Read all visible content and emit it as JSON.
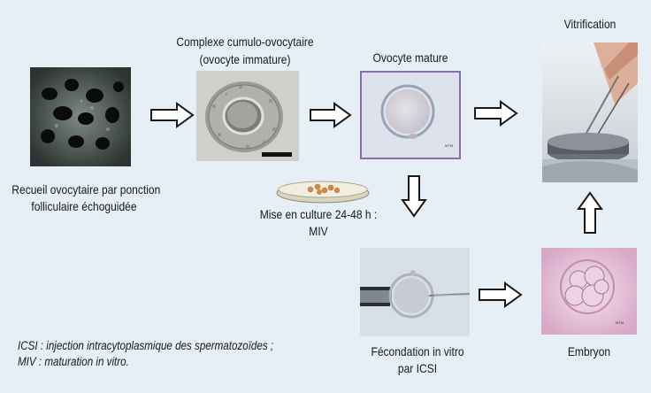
{
  "labels": {
    "cumulus_line1": "Complexe cumulo-ovocytaire",
    "cumulus_line2": "(ovocyte immature)",
    "mature": "Ovocyte mature",
    "vitrification": "Vitrification",
    "retrieval_line1": "Recueil ovocytaire par ponction",
    "retrieval_line2": "folliculaire échoguidée",
    "culture_line1": "Mise en culture 24-48 h :",
    "culture_line2": "MIV",
    "fertilization_line1": "Fécondation in vitro",
    "fertilization_line2": "par ICSI",
    "embryo": "Embryon"
  },
  "footnote": {
    "line1": "ICSI : injection intracytoplasmique des spermatozoïdes ;",
    "line2": "MIV : maturation in vitro."
  },
  "colors": {
    "background": "#e6eef6",
    "mature_border": "#8a6fb0",
    "arrow_stroke": "#1a1a1a"
  }
}
